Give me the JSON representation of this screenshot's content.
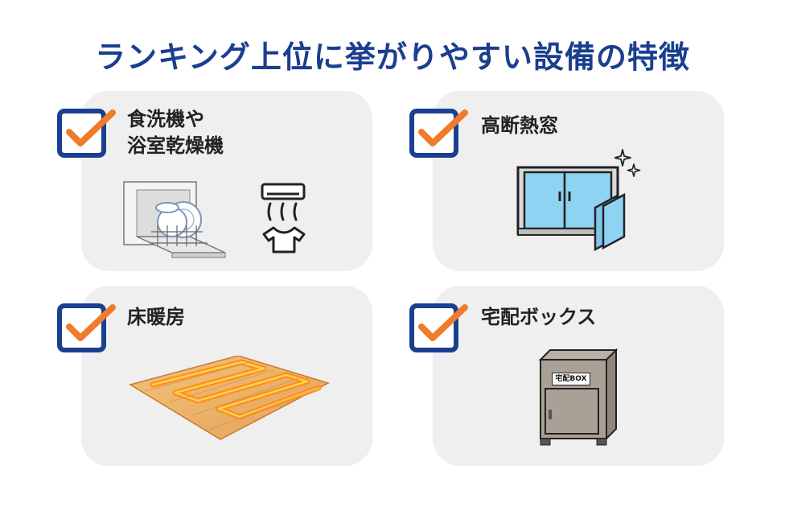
{
  "title": "ランキング上位に挙がりやすい設備の特徴",
  "colors": {
    "title": "#1b3f8f",
    "check_box": "#1b3f8f",
    "check_mark": "#f07b2a",
    "card": "#efefef"
  },
  "cards": [
    {
      "label_line1": "食洗機や",
      "label_line2": "浴室乾燥機",
      "icons": [
        "checkbox-icon",
        "dishwasher-icon",
        "bathroom-dryer-icon"
      ]
    },
    {
      "label_line1": "高断熱窓",
      "icons": [
        "checkbox-icon",
        "insulated-window-icon",
        "sparkle-icon"
      ]
    },
    {
      "label_line1": "床暖房",
      "icons": [
        "checkbox-icon",
        "floor-heating-icon"
      ]
    },
    {
      "label_line1": "宅配ボックス",
      "box_text": "宅配BOX",
      "icons": [
        "checkbox-icon",
        "delivery-box-icon"
      ]
    }
  ]
}
